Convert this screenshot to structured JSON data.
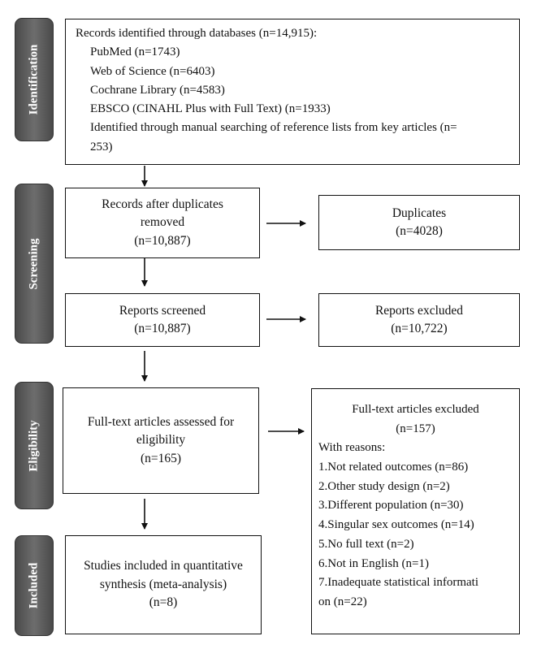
{
  "phases": {
    "identification": "Identification",
    "screening": "Screening",
    "eligibility": "Eligibility",
    "included": "Included"
  },
  "identification_box": {
    "header": "Records identified through databases (n=14,915):",
    "sources": [
      "PubMed (n=1743)",
      "Web of Science (n=6403)",
      "Cochrane Library (n=4583)",
      "EBSCO (CINAHL Plus with Full Text) (n=1933)",
      "Identified through manual searching of reference lists from key articles (n=",
      "253)"
    ]
  },
  "duplicates_removed_box": {
    "lines": [
      "Records after duplicates",
      "removed",
      "(n=10,887)"
    ]
  },
  "duplicates_box": {
    "lines": [
      "Duplicates",
      "(n=4028)"
    ]
  },
  "screened_box": {
    "lines": [
      "Reports screened",
      "(n=10,887)"
    ]
  },
  "reports_excluded_box": {
    "lines": [
      "Reports excluded",
      "(n=10,722)"
    ]
  },
  "fulltext_box": {
    "lines": [
      "Full-text articles assessed for",
      "eligibility",
      "(n=165)"
    ]
  },
  "fulltext_excluded_box": {
    "title": "Full-text articles excluded",
    "count": "(n=157)",
    "reasons_header": "With reasons:",
    "reasons": [
      "1.Not related outcomes (n=86)",
      "2.Other study design (n=2)",
      "3.Different population (n=30)",
      "4.Singular sex outcomes (n=14)",
      "5.No full text (n=2)",
      "6.Not in English (n=1)",
      "7.Inadequate statistical informati",
      "on (n=22)"
    ]
  },
  "included_box": {
    "lines": [
      "Studies included in quantitative",
      "synthesis (meta-analysis)",
      "(n=8)"
    ]
  }
}
